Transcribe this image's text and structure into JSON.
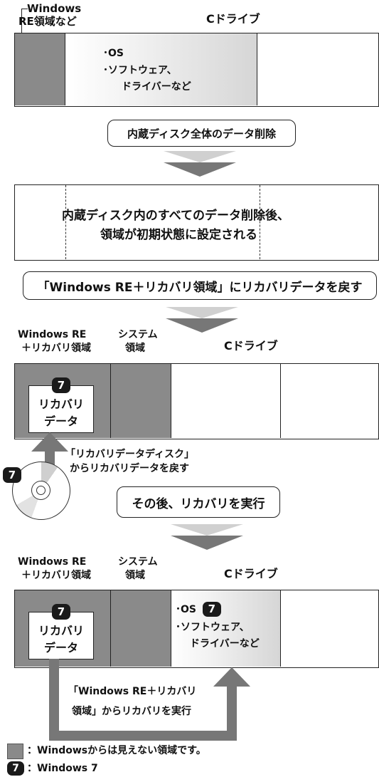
{
  "s1": {
    "label_winre_line1": "Windows",
    "label_winre_line2": "RE領域など",
    "label_cdrive": "Cドライブ",
    "bullet_os": "･OS",
    "bullet_software": "･ソフトウェア、",
    "bullet_drivers": "ドライバーなど"
  },
  "step_delete": "内蔵ディスク全体のデータ削除",
  "s2": {
    "line1": "内蔵ディスク内のすべてのデータ削除後、",
    "line2": "領域が初期状態に設定される"
  },
  "step_restore": "「Windows RE＋リカバリ領域」にリカバリデータを戻す",
  "s3": {
    "label_winre_line1": "Windows RE",
    "label_winre_line2": "＋リカバリ領域",
    "label_system_line1": "システム",
    "label_system_line2": "領域",
    "label_cdrive": "Cドライブ",
    "badge": "7",
    "recovery_line1": "リカバリ",
    "recovery_line2": "データ",
    "disc_badge": "7",
    "disc_note_line1": "「リカバリデータディスク」",
    "disc_note_line2": "からリカバリデータを戻す"
  },
  "step_execute": "その後、リカバリを実行",
  "s4": {
    "label_winre_line1": "Windows RE",
    "label_winre_line2": "＋リカバリ領域",
    "label_system_line1": "システム",
    "label_system_line2": "領域",
    "label_cdrive": "Cドライブ",
    "badge": "7",
    "recovery_line1": "リカバリ",
    "recovery_line2": "データ",
    "bullet_os": "･OS",
    "os_badge": "7",
    "bullet_software": "･ソフトウェア、",
    "bullet_drivers": "ドライバーなど",
    "note_line1": "「Windows RE＋リカバリ",
    "note_line2": "領域」からリカバリを実行"
  },
  "legend": {
    "gray_text": "：Windowsからは見えない領域です。",
    "badge": "7",
    "badge_text": "：Windows 7"
  },
  "colors": {
    "hidden_area": "#8a8a8a",
    "arrow": "#777777",
    "chevron_light": "#cfcfcf"
  }
}
